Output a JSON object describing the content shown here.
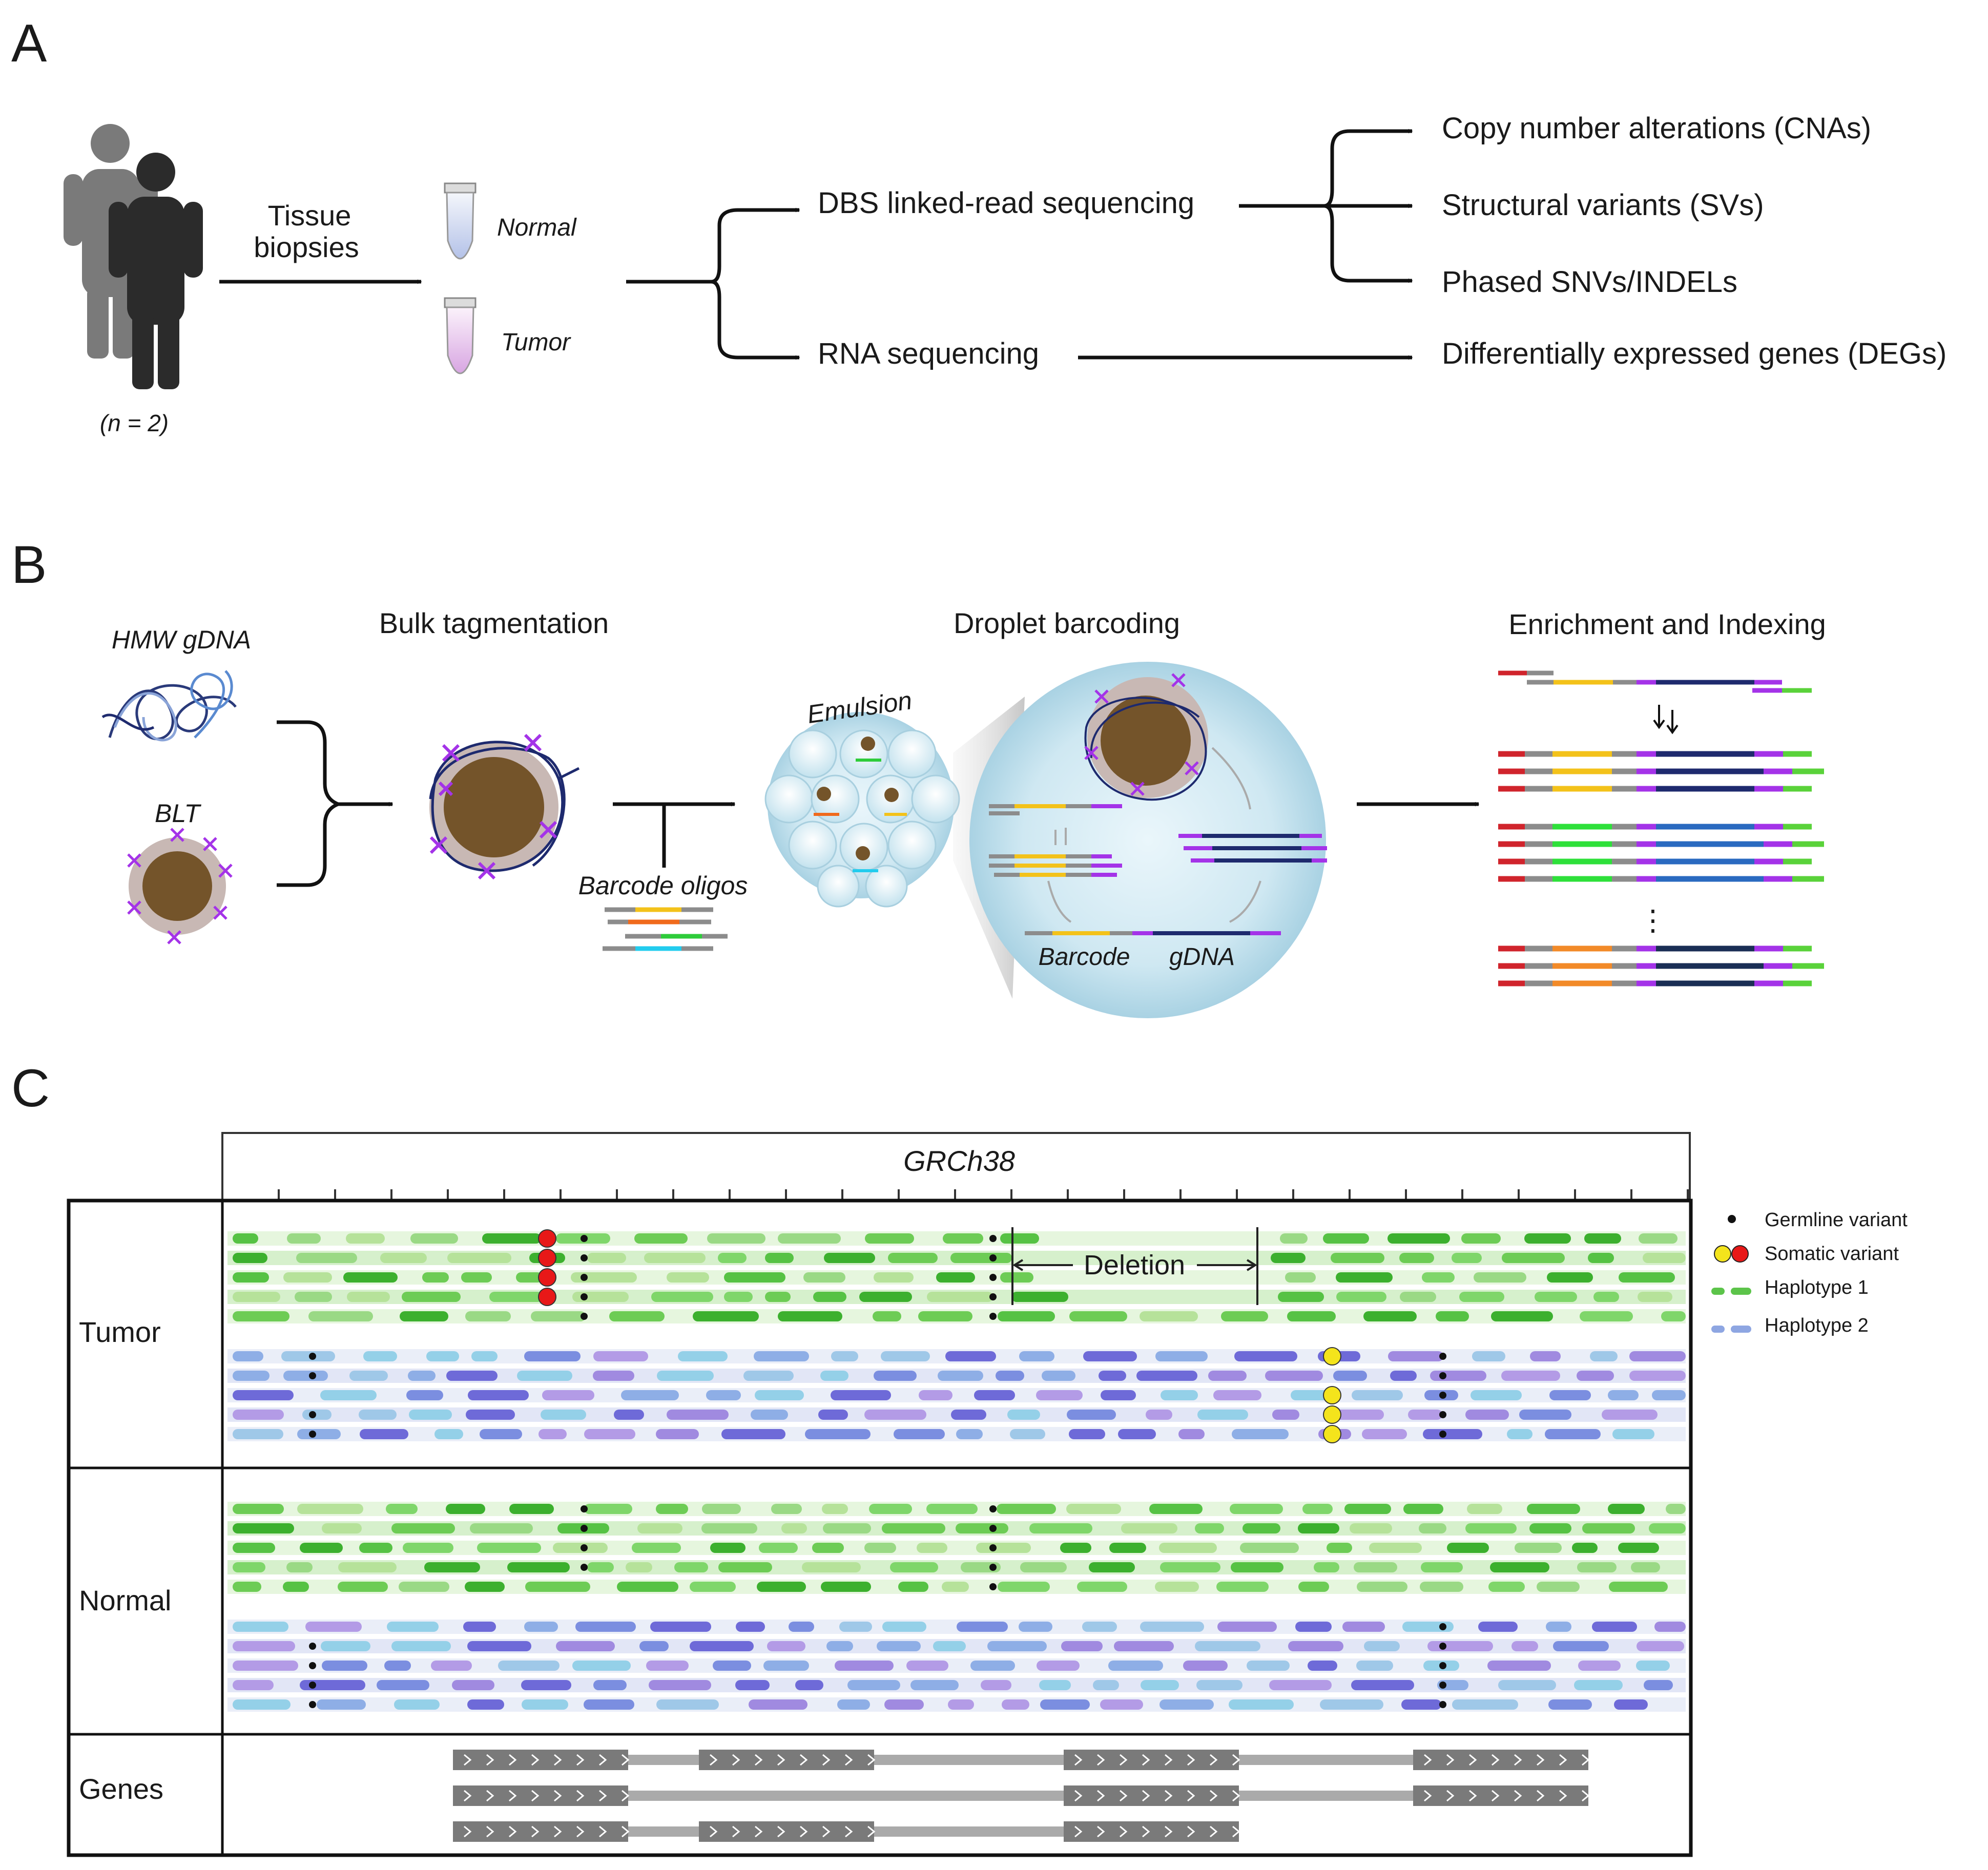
{
  "panelA": {
    "letter": "A",
    "tissue_label": [
      "Tissue",
      "biopsies"
    ],
    "n_label": "(n = 2)",
    "tube_normal": "Normal",
    "tube_tumor": "Tumor",
    "dbs": "DBS linked-read sequencing",
    "rna": "RNA sequencing",
    "outputs": {
      "cna": "Copy number alterations (CNAs)",
      "sv": "Structural variants (SVs)",
      "snv": "Phased SNVs/INDELs",
      "deg": "Differentially expressed genes (DEGs)"
    }
  },
  "panelB": {
    "letter": "B",
    "hmw": "HMW gDNA",
    "blt": "BLT",
    "bulk": "Bulk tagmentation",
    "barcode_oligos": "Barcode oligos",
    "emulsion": "Emulsion",
    "droplet": "Droplet barcoding",
    "barcode": "Barcode",
    "gdna": "gDNA",
    "enrich": "Enrichment and Indexing",
    "ellipsis": "⋮"
  },
  "panelC": {
    "letter": "C",
    "reference": "GRCh38",
    "tumor": "Tumor",
    "normal": "Normal",
    "genes": "Genes",
    "deletion": "Deletion",
    "legend": {
      "germline": "Germline variant",
      "somatic": "Somatic variant",
      "hap1": "Haplotype 1",
      "hap2": "Haplotype 2"
    }
  },
  "colors": {
    "brown": "#74542a",
    "bead_halo": "#c8b8b4",
    "purple": "#a433e8",
    "navy": "#1e2a6e",
    "hap1": "#5cc44a",
    "hap2": "#8ea6e2",
    "somatic_red": "#e81818",
    "somatic_yellow": "#f4e41c",
    "gene_gray": "#7a7a7a"
  }
}
